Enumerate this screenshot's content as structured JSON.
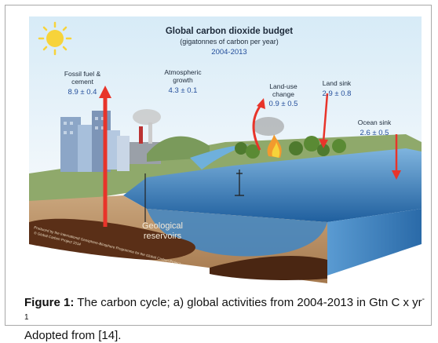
{
  "diagram": {
    "title": "Global carbon dioxide budget",
    "subtitle": "(gigatonnes of carbon per year)",
    "period": "2004-2013",
    "fossil": {
      "label_line1": "Fossil fuel &",
      "label_line2": "cement",
      "value": "8.9 ± 0.4"
    },
    "atmosphere": {
      "label_line1": "Atmospheric",
      "label_line2": "growth",
      "value": "4.3 ± 0.1"
    },
    "landuse": {
      "label_line1": "Land-use",
      "label_line2": "change",
      "value": "0.9 ± 0.5"
    },
    "landsink": {
      "label": "Land sink",
      "value": "2.9 ± 0.8"
    },
    "oceansink": {
      "label": "Ocean sink",
      "value": "2.6 ± 0.5"
    },
    "reservoirs": {
      "line1": "Geological",
      "line2": "reservoirs"
    },
    "credit": {
      "line1": "Produced by the International Geosphere-Biosphere Programme for the Global Carbon Project",
      "line2": "© Global Carbon Project 2014"
    },
    "colors": {
      "arrow": "#e8342a",
      "sky": "#dfeef8",
      "ocean": "#3f86c4",
      "soil": "#6b3a1e",
      "value_text": "#234e9b"
    }
  },
  "caption": {
    "label": "Figure 1:",
    "text": "The carbon cycle; a) global activities from 2004-2013 in Gtn C x yr",
    "superscript": "-1",
    "line2": "Adopted from [14]."
  }
}
